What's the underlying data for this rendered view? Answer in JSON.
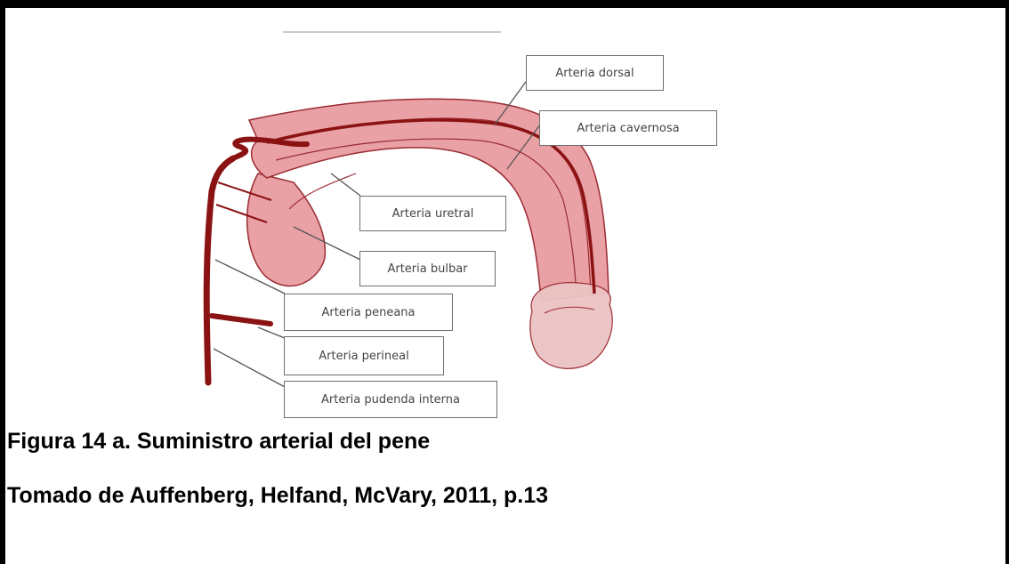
{
  "diagram": {
    "labels": {
      "dorsal": "Arteria dorsal",
      "cavernosa": "Arteria cavernosa",
      "uretral": "Arteria uretral",
      "bulbar": "Arteria bulbar",
      "peneana": "Arteria peneana",
      "perineal": "Arteria perineal",
      "pudenda": "Arteria pudenda interna"
    },
    "colors": {
      "tissue": "#e9a1a6",
      "tissue_inner": "#dc8a92",
      "outline": "#9b2b32",
      "artery": "#8b1212",
      "glans": "#ecc4c4"
    }
  },
  "caption": {
    "figure": "Figura 14 a. Suministro arterial del pene",
    "source": "Tomado de Auffenberg, Helfand, McVary, 2011, p.13"
  }
}
